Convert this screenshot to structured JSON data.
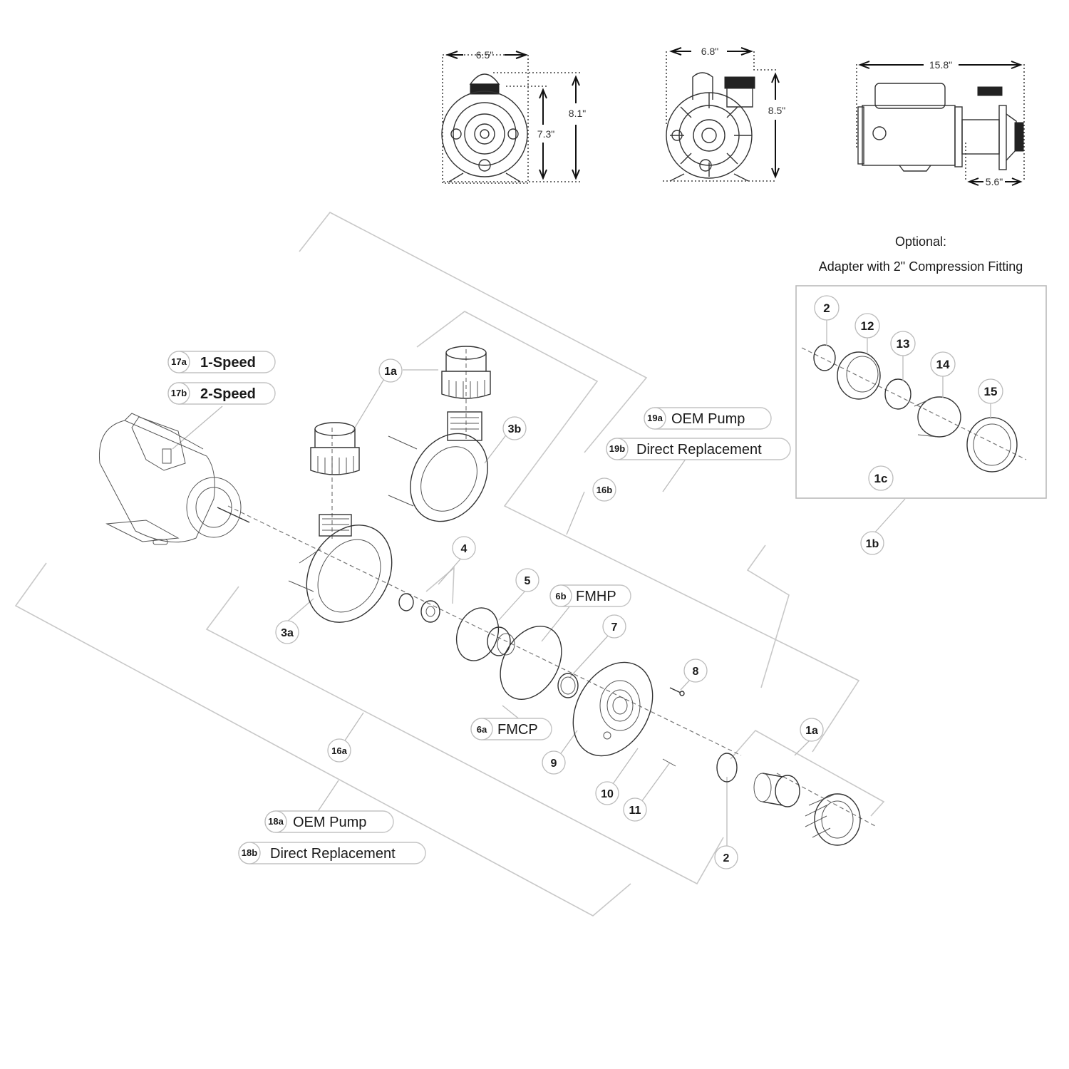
{
  "dimension_views": {
    "front_view_a": {
      "width": "6.5\"",
      "height_total": "8.1\"",
      "height_inner": "7.3\""
    },
    "front_view_b": {
      "width": "6.8\"",
      "height_total": "8.5\""
    },
    "side_view": {
      "length_total": "15.8\"",
      "wet_end_length": "5.6\""
    }
  },
  "optional_box": {
    "title": "Optional:",
    "subtitle": "Adapter with 2\" Compression Fitting",
    "callouts": [
      "2",
      "12",
      "13",
      "14",
      "15",
      "1c"
    ],
    "box_callout": "1b"
  },
  "pills": {
    "p17a": {
      "code": "17a",
      "label": "1-Speed"
    },
    "p17b": {
      "code": "17b",
      "label": "2-Speed"
    },
    "p19a": {
      "code": "19a",
      "label": "OEM Pump"
    },
    "p19b": {
      "code": "19b",
      "label": "Direct Replacement"
    },
    "p6b": {
      "code": "6b",
      "label": "FMHP"
    },
    "p6a": {
      "code": "6a",
      "label": "FMCP"
    },
    "p18a": {
      "code": "18a",
      "label": "OEM Pump"
    },
    "p18b": {
      "code": "18b",
      "label": "Direct Replacement"
    }
  },
  "callouts": {
    "c1a_top": "1a",
    "c3b": "3b",
    "c16b": "16b",
    "c4": "4",
    "c5": "5",
    "c7": "7",
    "c8": "8",
    "c3a": "3a",
    "c16a": "16a",
    "c9": "9",
    "c10": "10",
    "c11": "11",
    "c1a_bottom": "1a",
    "c2_bottom": "2"
  }
}
